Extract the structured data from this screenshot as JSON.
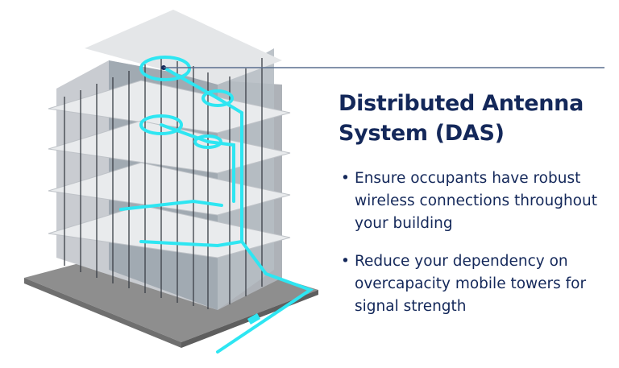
{
  "title": "Distributed Antenna System (DAS)",
  "bullets": [
    {
      "text": "Ensure occupants have robust wireless connections throughout your building"
    },
    {
      "text": "Reduce your dependency on overcapacity mobile towers for signal strength"
    }
  ],
  "bullet_glyph": "•",
  "colors": {
    "text": "#14285a",
    "signal": "#2ee6f2",
    "leader_line": "#5a6f8e"
  }
}
